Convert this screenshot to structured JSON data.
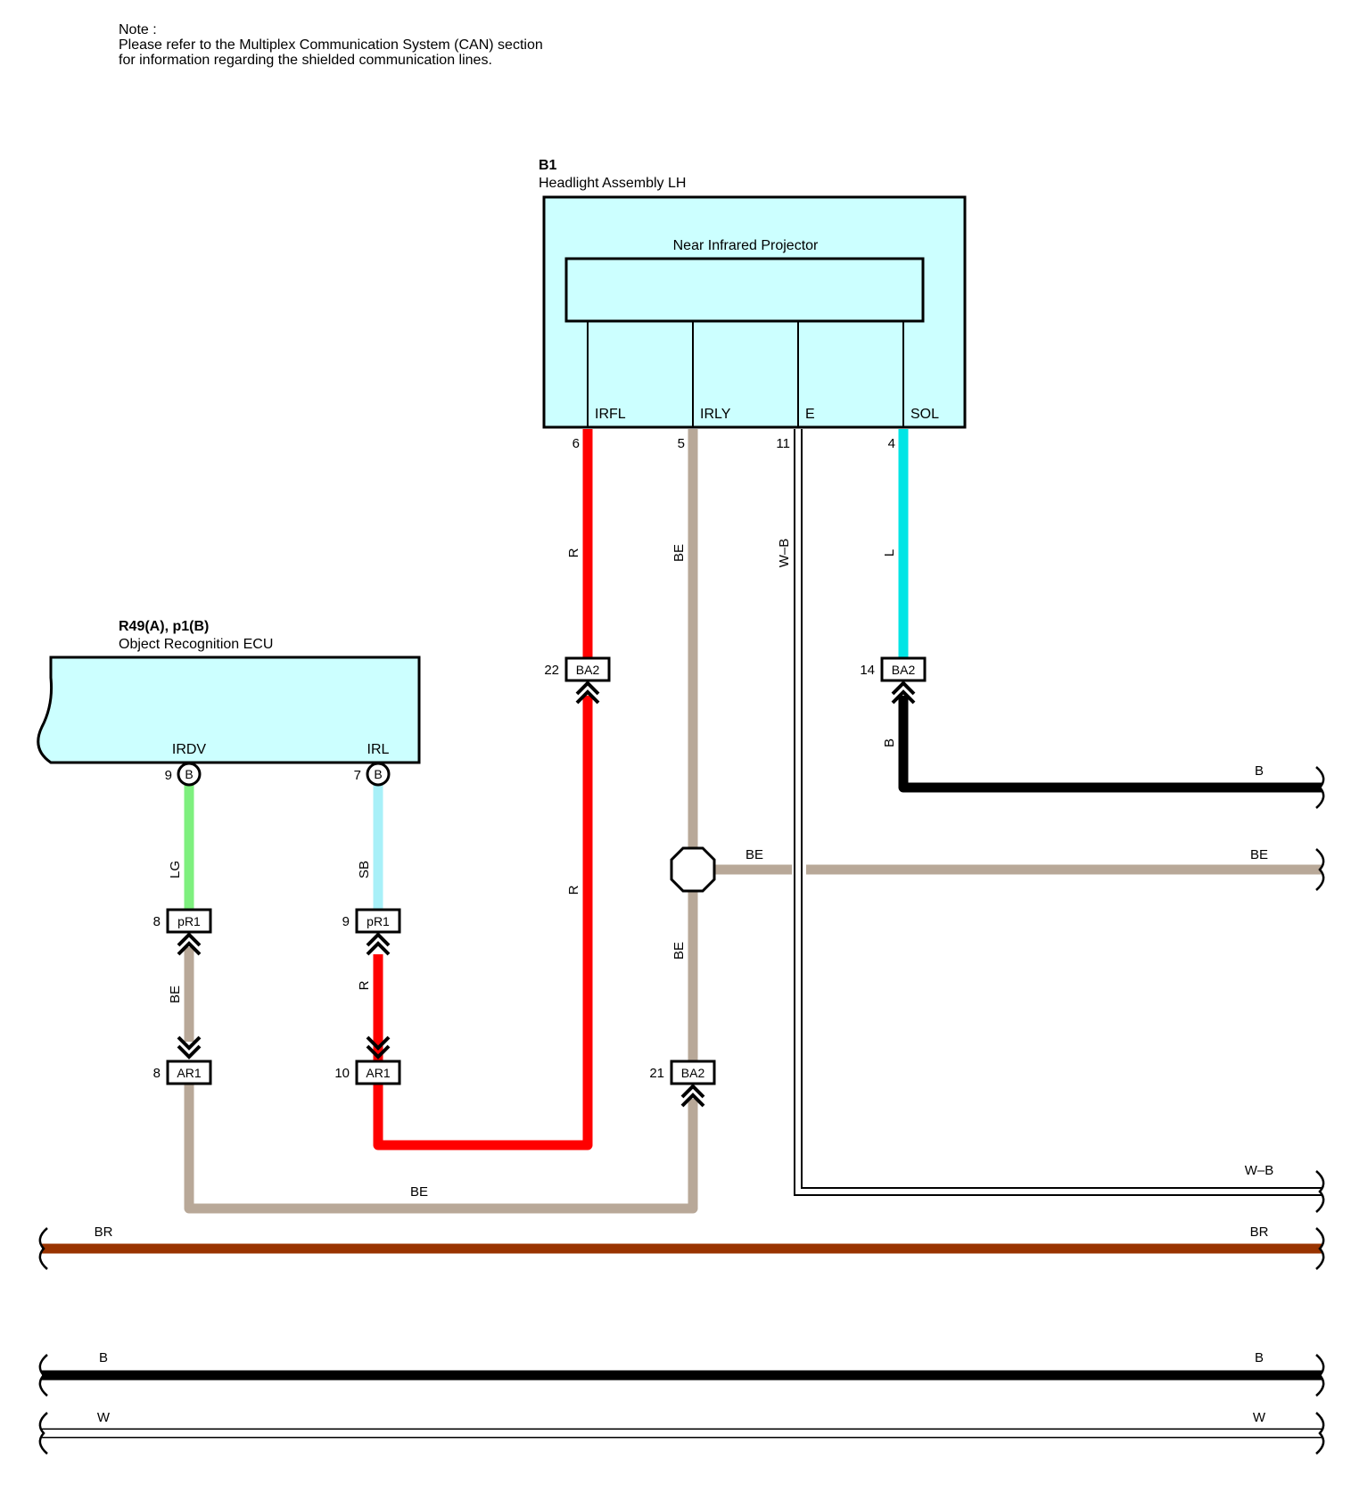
{
  "note": {
    "lines": [
      "Note :",
      "Please refer to the Multiplex Communication System (CAN) section",
      "for information regarding the shielded communication lines."
    ]
  },
  "colors": {
    "R": "#ff0000",
    "BE": "#b8a898",
    "L": "#00e5e5",
    "B": "#000000",
    "LG": "#7ef07e",
    "SB": "#a8f0f8",
    "BR": "#993300",
    "W": "#ffffff",
    "component_fill": "#ccffff"
  },
  "headlight": {
    "id": "B1",
    "name": "Headlight Assembly LH",
    "projector": "Near Infrared Projector",
    "pins": [
      {
        "name": "IRFL",
        "num": "6",
        "wire": "R"
      },
      {
        "name": "IRLY",
        "num": "5",
        "wire": "BE"
      },
      {
        "name": "E",
        "num": "11",
        "wire": "W-B"
      },
      {
        "name": "SOL",
        "num": "4",
        "wire": "L"
      }
    ]
  },
  "ecu": {
    "id": "R49(A), p1(B)",
    "name": "Object Recognition ECU",
    "pins": [
      {
        "name": "IRDV",
        "num": "9",
        "conn": "B",
        "wire": "LG"
      },
      {
        "name": "IRL",
        "num": "7",
        "conn": "B",
        "wire": "SB"
      }
    ]
  },
  "connectors": {
    "ba2_22": {
      "num": "22",
      "code": "BA2"
    },
    "ba2_14": {
      "num": "14",
      "code": "BA2"
    },
    "ba2_21": {
      "num": "21",
      "code": "BA2"
    },
    "pr1_8": {
      "num": "8",
      "code": "pR1"
    },
    "pr1_9": {
      "num": "9",
      "code": "pR1"
    },
    "ar1_8": {
      "num": "8",
      "code": "AR1"
    },
    "ar1_10": {
      "num": "10",
      "code": "AR1"
    }
  },
  "wire_labels": {
    "r_upper": "R",
    "r_lower": "R",
    "be_upper": "BE",
    "be_lower": "BE",
    "wb_vertical": "W–B",
    "l_vertical": "L",
    "b_vertical": "B",
    "b_right": "B",
    "be_branch_left": "BE",
    "be_branch_right": "BE",
    "lg": "LG",
    "sb": "SB",
    "be_pr1": "BE",
    "r_pr1": "R",
    "be_bottom": "BE",
    "wb_right": "W–B",
    "br_left": "BR",
    "br_right": "BR",
    "b_bus_left": "B",
    "b_bus_right": "B",
    "w_bus_left": "W",
    "w_bus_right": "W"
  }
}
